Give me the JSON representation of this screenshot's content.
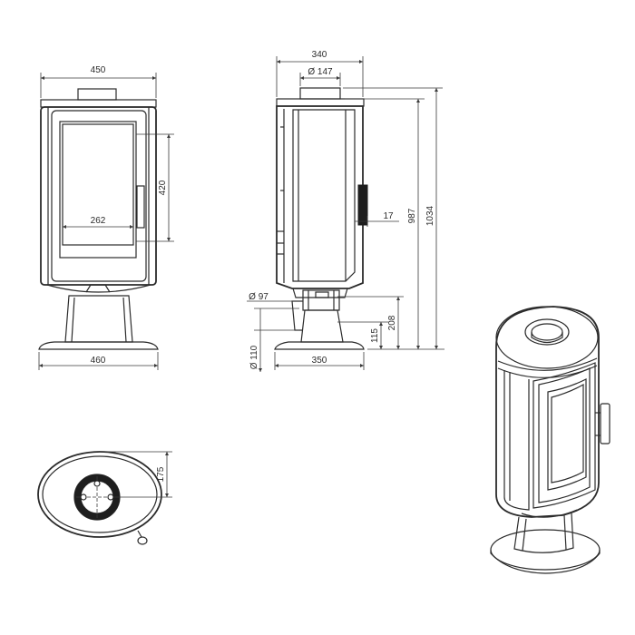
{
  "labels": {
    "front_width": "450",
    "front_glass_height": "420",
    "front_glass_width": "262",
    "front_base_width": "460",
    "side_depth": "340",
    "side_flue_diameter": "Ø 147",
    "side_handle_depth": "17",
    "side_flue_height": "987",
    "side_total_height": "1034",
    "side_air_inlet_diameter": "Ø 97",
    "side_air_inlet_lower_diameter": "Ø 110",
    "side_height_208": "208",
    "side_height_115": "115",
    "side_base_depth": "350",
    "top_offset": "175"
  },
  "colors": {
    "line": "#2b2b2b",
    "handle": "#1e1e1e",
    "panel": "#e9e9e9"
  }
}
